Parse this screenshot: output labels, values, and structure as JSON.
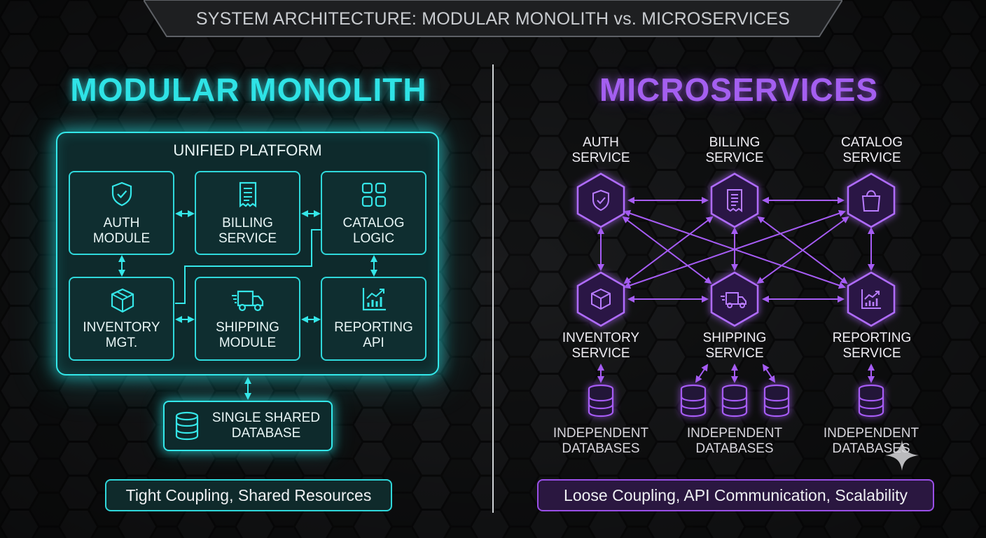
{
  "header": {
    "title": "SYSTEM ARCHITECTURE: MODULAR MONOLITH vs. MICROSERVICES"
  },
  "monolith": {
    "heading": "MODULAR MONOLITH",
    "platform_title": "UNIFIED PLATFORM",
    "modules": [
      {
        "line1": "AUTH",
        "line2": "MODULE",
        "icon": "shield-check-icon"
      },
      {
        "line1": "BILLING",
        "line2": "SERVICE",
        "icon": "receipt-icon"
      },
      {
        "line1": "CATALOG",
        "line2": "LOGIC",
        "icon": "grid-icon"
      },
      {
        "line1": "INVENTORY",
        "line2": "MGT.",
        "icon": "box-icon"
      },
      {
        "line1": "SHIPPING",
        "line2": "MODULE",
        "icon": "truck-icon"
      },
      {
        "line1": "REPORTING",
        "line2": "API",
        "icon": "chart-icon"
      }
    ],
    "database": {
      "line1": "SINGLE SHARED",
      "line2": "DATABASE",
      "icon": "database-icon"
    },
    "footer": "Tight Coupling, Shared Resources",
    "accent": "#2fe3e6"
  },
  "microservices": {
    "heading": "MICROSERVICES",
    "services": [
      {
        "line1": "AUTH",
        "line2": "SERVICE",
        "icon": "shield-check-icon"
      },
      {
        "line1": "BILLING",
        "line2": "SERVICE",
        "icon": "receipt-icon"
      },
      {
        "line1": "CATALOG",
        "line2": "SERVICE",
        "icon": "shopping-bag-icon"
      },
      {
        "line1": "INVENTORY",
        "line2": "SERVICE",
        "icon": "box-icon"
      },
      {
        "line1": "SHIPPING",
        "line2": "SERVICE",
        "icon": "truck-icon"
      },
      {
        "line1": "REPORTING",
        "line2": "SERVICE",
        "icon": "chart-icon"
      }
    ],
    "databases": [
      {
        "line1": "INDEPENDENT",
        "line2": "DATABASES"
      },
      {
        "line1": "INDEPENDENT",
        "line2": "DATABASES"
      },
      {
        "line1": "INDEPENDENT",
        "line2": "DATABASES"
      }
    ],
    "footer": "Loose Coupling, API Communication, Scalability",
    "accent": "#a45ff0"
  }
}
